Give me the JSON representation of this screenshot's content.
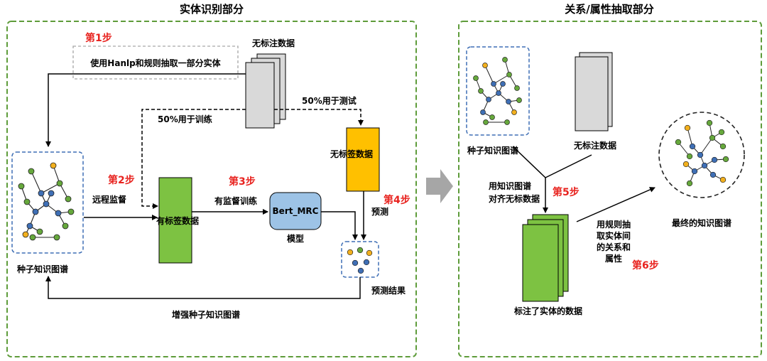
{
  "sections": {
    "entity": {
      "title": "实体识别部分"
    },
    "relation": {
      "title": "关系/属性抽取部分"
    }
  },
  "steps": {
    "s1": "第1步",
    "s2": "第2步",
    "s3": "第3步",
    "s4": "第4步",
    "s5": "第5步",
    "s6": "第6步"
  },
  "left": {
    "hanlp_box": "使用Hanlp和规则抽取一部分实体",
    "unlabeled_data": "无标注数据",
    "train_50": "50%用于训练",
    "test_50": "50%用于测试",
    "seed_kg": "种子知识图谱",
    "distant_supervision": "远程监督",
    "labeled_data": "有标签数据",
    "supervised_training": "有监督训练",
    "model_name": "Bert_MRC",
    "model_caption": "模型",
    "unlabeled_tag_data": "无标签数据",
    "predict": "预测",
    "predict_result": "预测结果",
    "enhance": "增强种子知识图谱"
  },
  "right": {
    "seed_kg": "种子知识图谱",
    "unlabeled_data": "无标注数据",
    "align_line1": "用知识图谱",
    "align_line2": "对齐无标数据",
    "entity_labeled": "标注了实体的数据",
    "rule_line1": "用规则抽",
    "rule_line2": "取实体间",
    "rule_line3": "的关系和",
    "rule_line4": "属性",
    "final_kg": "最终的知识图谱"
  },
  "colors": {
    "frame_green": "#5e9c3a",
    "step_red": "#e8231f",
    "labeled_green": "#7dc242",
    "unlabeled_yellow": "#ffc000",
    "model_blue": "#9dc3e6",
    "grey_doc": "#d9d9d9",
    "node_green": "#66a83c",
    "node_blue": "#3f6fb5",
    "node_yellow": "#f2b01e"
  }
}
